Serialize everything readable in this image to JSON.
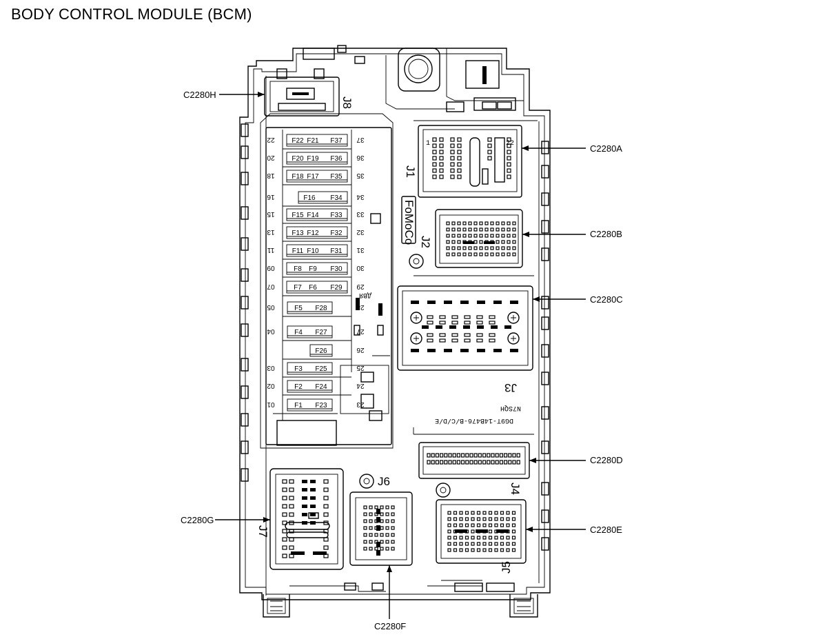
{
  "title": "BODY CONTROL MODULE (BCM)",
  "callouts": {
    "C2280A": "C2280A",
    "C2280B": "C2280B",
    "C2280C": "C2280C",
    "C2280D": "C2280D",
    "C2280E": "C2280E",
    "C2280F": "C2280F",
    "C2280G": "C2280G",
    "C2280H": "C2280H"
  },
  "jacks": {
    "J1": "J1",
    "J2": "J2",
    "J3": "J3",
    "J4": "J4",
    "J5": "J5",
    "J6": "J6",
    "J7": "J7",
    "J8": "J8"
  },
  "fuse_rows": [
    {
      "left_num": "22",
      "labels": [
        "F22",
        "F21",
        "F37"
      ],
      "right_num": "37"
    },
    {
      "left_num": "20",
      "labels": [
        "F20",
        "F19",
        "F36"
      ],
      "right_num": "36"
    },
    {
      "left_num": "18",
      "labels": [
        "F18",
        "F17",
        "F35"
      ],
      "right_num": "35"
    },
    {
      "left_num": "16",
      "labels": [
        "F16",
        "F34"
      ],
      "right_num": "34"
    },
    {
      "left_num": "15",
      "labels": [
        "F15",
        "F14",
        "F33"
      ],
      "right_num": "33"
    },
    {
      "left_num": "13",
      "labels": [
        "F13",
        "F12",
        "F32"
      ],
      "right_num": "32"
    },
    {
      "left_num": "11",
      "labels": [
        "F11",
        "F10",
        "F31"
      ],
      "right_num": "31"
    },
    {
      "left_num": "09",
      "labels": [
        "F8",
        "F9",
        "F30"
      ],
      "right_num": "30"
    },
    {
      "left_num": "07",
      "labels": [
        "F7",
        "F6",
        "F29"
      ],
      "right_num": "29"
    },
    {
      "left_num": "05",
      "labels": [
        "F5",
        "F28"
      ],
      "right_num": "28"
    },
    {
      "left_num": "04",
      "labels": [
        "F4",
        "F27"
      ],
      "right_num": "27"
    },
    {
      "left_num": "",
      "labels": [
        "F26"
      ],
      "right_num": "26"
    },
    {
      "left_num": "03",
      "labels": [
        "F3",
        "F25"
      ],
      "right_num": "25"
    },
    {
      "left_num": "02",
      "labels": [
        "F2",
        "F24"
      ],
      "right_num": "24"
    },
    {
      "left_num": "01",
      "labels": [
        "F1",
        "F23"
      ],
      "right_num": "23"
    }
  ],
  "markings": {
    "logo": "FoMoCo",
    "part_number": "DG9T-14B476-B/C/D/E",
    "code": "N7SQH"
  }
}
